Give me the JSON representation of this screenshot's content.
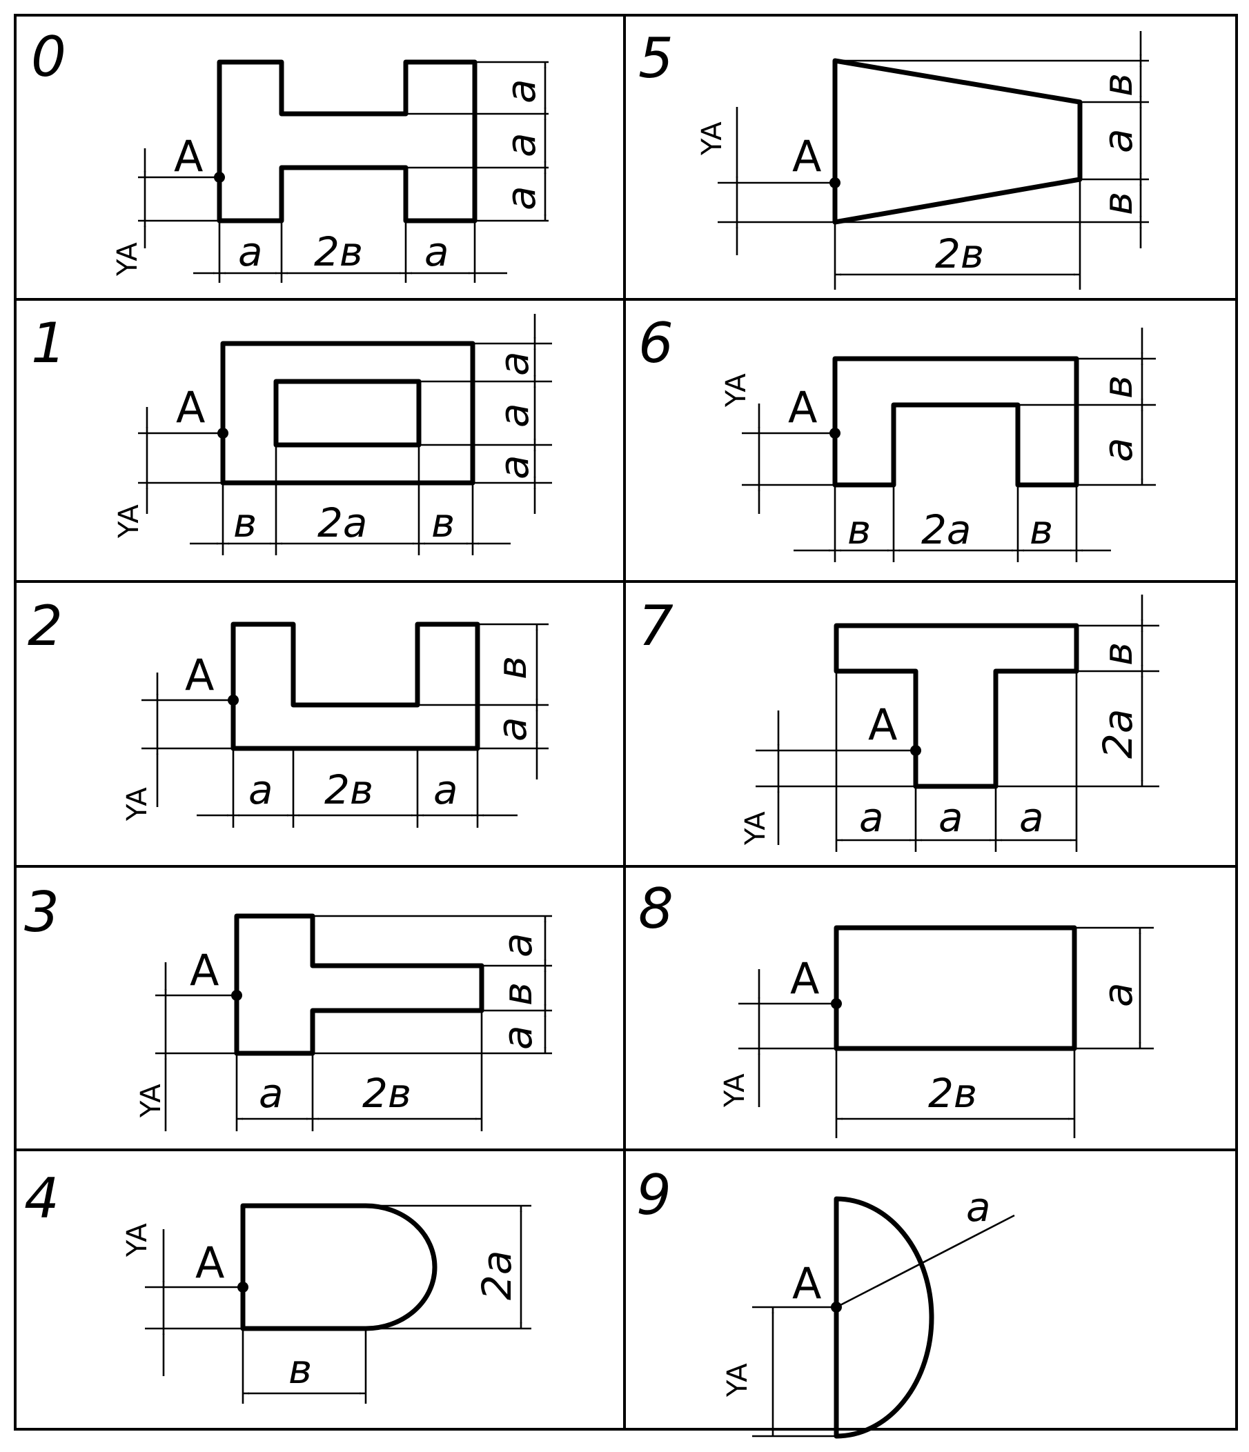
{
  "panels": [
    {
      "number": "0",
      "point": "A",
      "y_label": "YA",
      "dims_h": [
        "a",
        "2в",
        "a"
      ],
      "dims_v": [
        "a",
        "a",
        "a"
      ]
    },
    {
      "number": "1",
      "point": "A",
      "y_label": "YA",
      "dims_h": [
        "в",
        "2a",
        "в"
      ],
      "dims_v": [
        "a",
        "a",
        "a"
      ]
    },
    {
      "number": "2",
      "point": "A",
      "y_label": "YA",
      "dims_h": [
        "a",
        "2в",
        "a"
      ],
      "dims_v": [
        "в",
        "a"
      ]
    },
    {
      "number": "3",
      "point": "A",
      "y_label": "YA",
      "dims_h": [
        "a",
        "2в"
      ],
      "dims_v": [
        "a",
        "в",
        "a"
      ]
    },
    {
      "number": "4",
      "point": "A",
      "y_label": "YA",
      "dims_h": [
        "в"
      ],
      "dims_v": [
        "2a"
      ]
    },
    {
      "number": "5",
      "point": "A",
      "y_label": "YA",
      "dims_h": [
        "2в"
      ],
      "dims_v": [
        "в",
        "a",
        "в"
      ]
    },
    {
      "number": "6",
      "point": "A",
      "y_label": "YA",
      "dims_h": [
        "в",
        "2a",
        "в"
      ],
      "dims_v": [
        "в",
        "a"
      ]
    },
    {
      "number": "7",
      "point": "A",
      "y_label": "YA",
      "dims_h": [
        "a",
        "a",
        "a"
      ],
      "dims_v": [
        "в",
        "2a"
      ]
    },
    {
      "number": "8",
      "point": "A",
      "y_label": "YA",
      "dims_h": [
        "2в"
      ],
      "dims_v": [
        "a"
      ]
    },
    {
      "number": "9",
      "point": "A",
      "y_label": "YA",
      "dims_h": [],
      "dims_v": [],
      "radius_label": "a"
    }
  ]
}
